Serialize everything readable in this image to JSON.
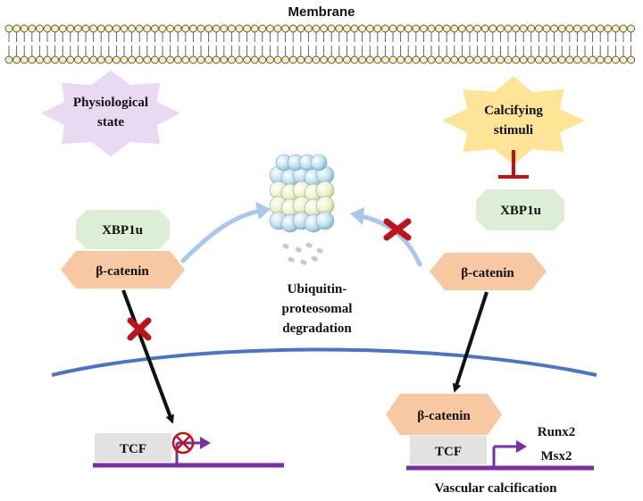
{
  "membrane": {
    "label": "Membrane"
  },
  "left": {
    "state_label": [
      "Physiological",
      "state"
    ],
    "xbp1u": "XBP1u",
    "beta_catenin": "β-catenin",
    "tcf": "TCF"
  },
  "right": {
    "stimuli_label": [
      "Calcifying",
      "stimuli"
    ],
    "xbp1u": "XBP1u",
    "beta_catenin_cyto": "β-catenin",
    "beta_catenin_nuc": "β-catenin",
    "tcf": "TCF",
    "genes": [
      "Runx2",
      "Msx2"
    ],
    "outcome": "Vascular calcification"
  },
  "center": {
    "degradation_label": [
      "Ubiquitin-",
      "proteosomal",
      "degradation"
    ]
  },
  "colors": {
    "star_purple": "#e9d9f3",
    "star_yellow": "#fde496",
    "xbp1u_green": "#dcefd6",
    "catenin_orange": "#f7c8a2",
    "tcf_gray": "#e2e2e2",
    "blue_arrow": "#a7c8ea",
    "nucleus_line": "#4a74c4",
    "block_red": "#c0121b",
    "dna_purple": "#7a2fa6",
    "membrane_lipid": "#f5f0b3"
  }
}
